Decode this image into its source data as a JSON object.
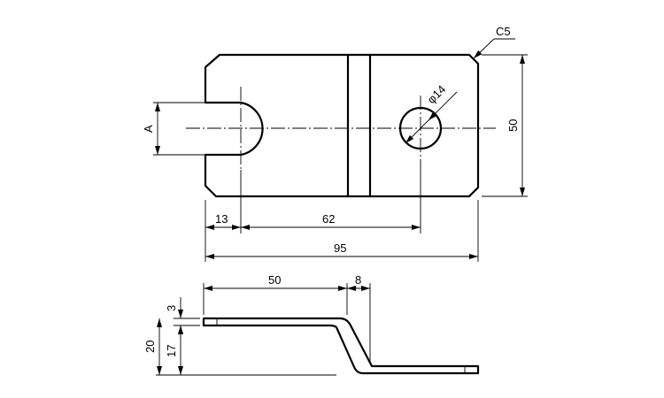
{
  "drawing": {
    "labels": {
      "chamfer": "C5",
      "hole_diameter": "φ14",
      "slot_width": "A",
      "height": "50",
      "slot_offset": "13",
      "hole_distance": "62",
      "overall_length": "95",
      "flat_length": "50",
      "bend_offset": "8",
      "thickness": "3",
      "overall_height": "20",
      "drop_height": "17"
    },
    "colors": {
      "line": "#000000",
      "background": "#ffffff"
    }
  }
}
